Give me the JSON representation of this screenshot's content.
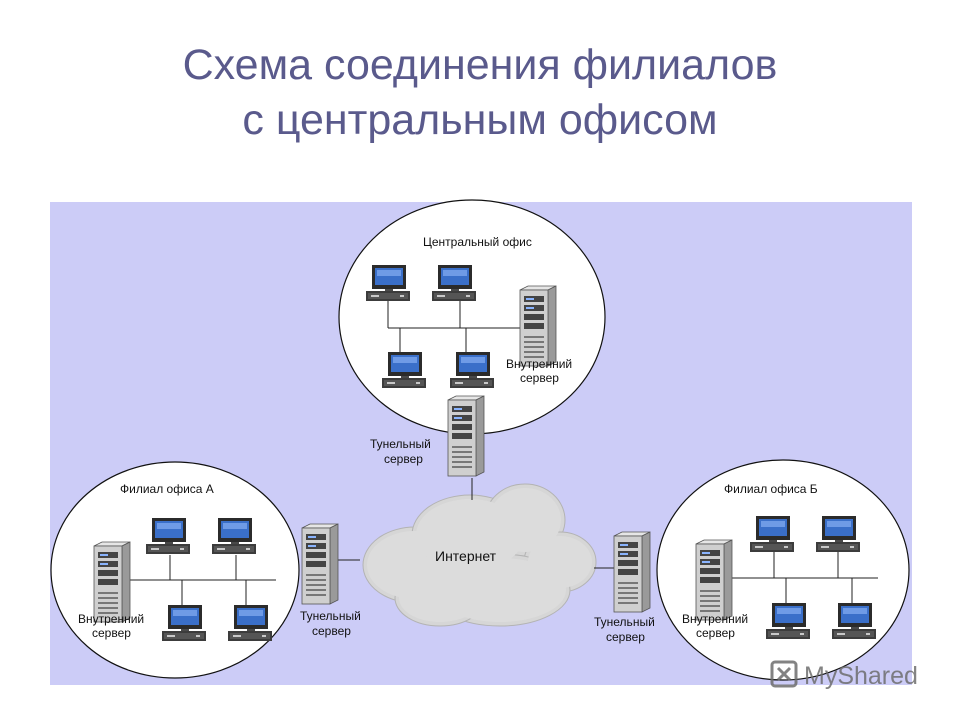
{
  "title_line1": "Схема соединения филиалов",
  "title_line2": "с центральным офисом",
  "central": {
    "label": "Центральный офис",
    "server_label_1": "Внутренний",
    "server_label_2": "сервер",
    "tunnel_label_1": "Тунельный",
    "tunnel_label_2": "сервер"
  },
  "branch_a": {
    "label": "Филиал офиса А",
    "server_label_1": "Внутренний",
    "server_label_2": "сервер",
    "tunnel_label_1": "Тунельный",
    "tunnel_label_2": "сервер"
  },
  "branch_b": {
    "label": "Филиал офиса Б",
    "server_label_1": "Внутренний",
    "server_label_2": "сервер",
    "tunnel_label_1": "Тунельный",
    "tunnel_label_2": "сервер"
  },
  "internet_label": "Интернет",
  "watermark": "MyShared",
  "colors": {
    "title": "#5a5a8c",
    "panel": "#ccccf7",
    "office_circle": "#ffffff",
    "cloud": "#d6d6d6"
  }
}
